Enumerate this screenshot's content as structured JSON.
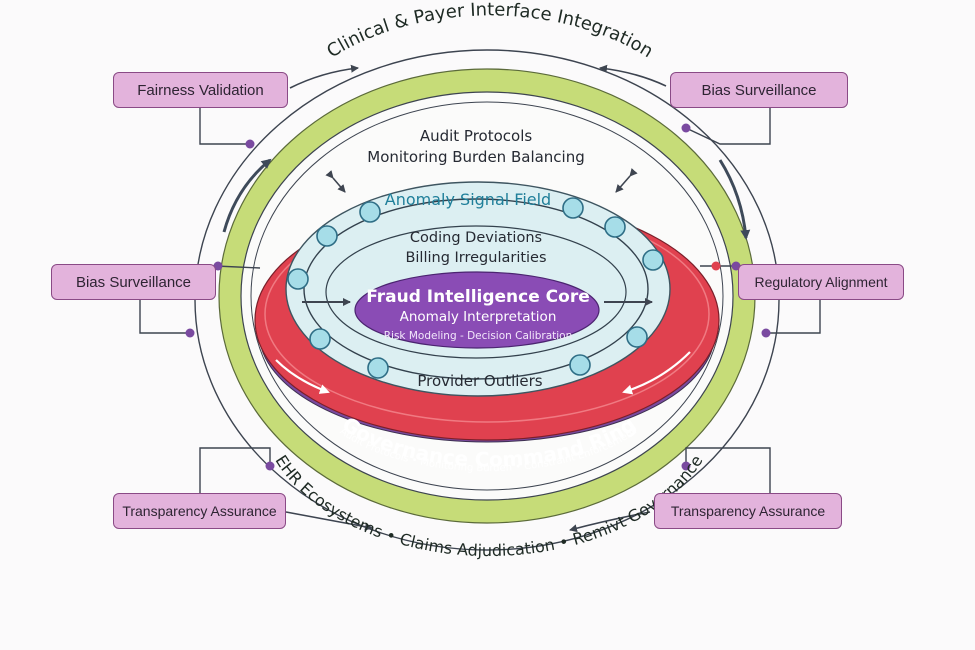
{
  "outer_ring": {
    "top_arc": "Clinical & Payer Interface Integration",
    "bottom_arc": "EHR Ecosystems • Claims Adjudication • Remivt Governance"
  },
  "audit": {
    "line1": "Audit Protocols",
    "line2": "Monitoring Burden Balancing"
  },
  "signal_field": {
    "title": "Anomaly Signal Field",
    "line1": "Coding Deviations",
    "line2": "Billing Irregularities",
    "bottom": "Provider Outliers"
  },
  "core": {
    "title": "Fraud Intelligence Core",
    "subtitle": "Anomaly Interpretation",
    "detail": "Risk Modeling - Decision Calibration"
  },
  "governance_ring": {
    "title": "Governance Command Ring",
    "subtitle": "Audit Protocols • Monitoring Burden • Constraint Enforcement"
  },
  "side_labels": {
    "top_left": "Fairness Validation",
    "top_right": "Bias Surveillance",
    "mid_left": "Bias Surveillance",
    "mid_right": "Regulatory Alignment",
    "bottom_left": "Transparency Assurance",
    "bottom_right": "Transparency Assurance"
  },
  "colors": {
    "outer_ring": "#c6dc78",
    "signal_field": "#dceff2",
    "core": "#8a4cb5",
    "governance_ring": "#e0414f",
    "label_fill": "#e3b3dc",
    "node_fill": "#a6dde8"
  }
}
